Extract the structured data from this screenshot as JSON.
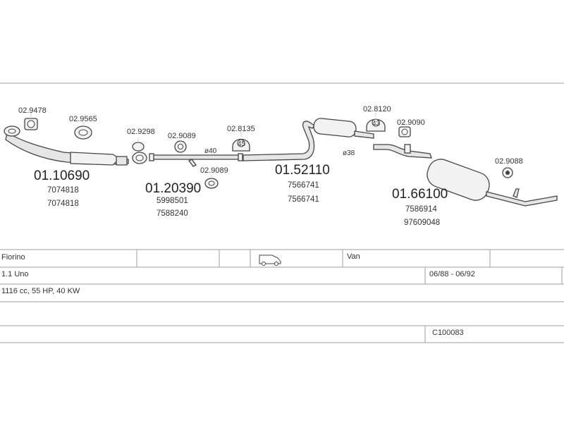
{
  "parts": {
    "clamp_a": "02.9478",
    "clamp_b": "02.9565",
    "front_pipe": "01.10690",
    "front_oem_1": "7074818",
    "front_oem_2": "7074818",
    "gasket_a": "02.9298",
    "clamp_c": "02.9089",
    "clamp_d": "02.9089",
    "dia_40": "ø40",
    "mid_pipe": "01.20390",
    "mid_oem_1": "5998501",
    "mid_oem_2": "7588240",
    "hanger_a": "02.8135",
    "hanger_a_num": "45",
    "center_muffler": "01.52110",
    "center_oem_1": "7566741",
    "center_oem_2": "7566741",
    "dia_38": "ø38",
    "hanger_b": "02.8120",
    "hanger_b_num": "43",
    "clamp_e": "02.9090",
    "rear_muffler": "01.66100",
    "rear_oem_1": "7586914",
    "rear_oem_2": "97609048",
    "rubber_f": "02.9088"
  },
  "table": {
    "model": "Fiorino",
    "body_type": "Van",
    "engine": "1.1 Uno",
    "years": "06/88 - 06/92",
    "spec": "1116 cc, 55 HP, 40 KW",
    "system_code": "C100083"
  },
  "icons": [
    "van-icon"
  ]
}
